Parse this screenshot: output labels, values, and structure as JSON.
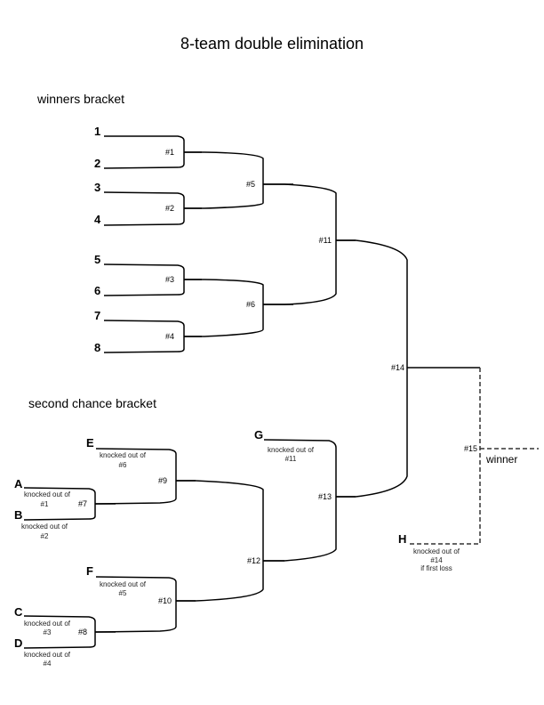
{
  "title": "8-team double elimination",
  "sections": {
    "winners": "winners bracket",
    "second_chance": "second chance bracket"
  },
  "seeds": [
    "1",
    "2",
    "3",
    "4",
    "5",
    "6",
    "7",
    "8"
  ],
  "second_chance_entries": [
    {
      "label": "A",
      "note1": "knocked out of",
      "note2": "#1"
    },
    {
      "label": "B",
      "note1": "knocked out of",
      "note2": "#2"
    },
    {
      "label": "C",
      "note1": "knocked out of",
      "note2": "#3"
    },
    {
      "label": "D",
      "note1": "knocked out of",
      "note2": "#4"
    },
    {
      "label": "E",
      "note1": "knocked out of",
      "note2": "#6"
    },
    {
      "label": "F",
      "note1": "knocked out of",
      "note2": "#5"
    },
    {
      "label": "G",
      "note1": "knocked out of",
      "note2": "#11"
    },
    {
      "label": "H",
      "note1": "knocked out of",
      "note2": "#14",
      "note3": "if first loss"
    }
  ],
  "matches": [
    "#1",
    "#2",
    "#3",
    "#4",
    "#5",
    "#6",
    "#7",
    "#8",
    "#9",
    "#10",
    "#11",
    "#12",
    "#13",
    "#14",
    "#15"
  ],
  "winner_label": "winner"
}
